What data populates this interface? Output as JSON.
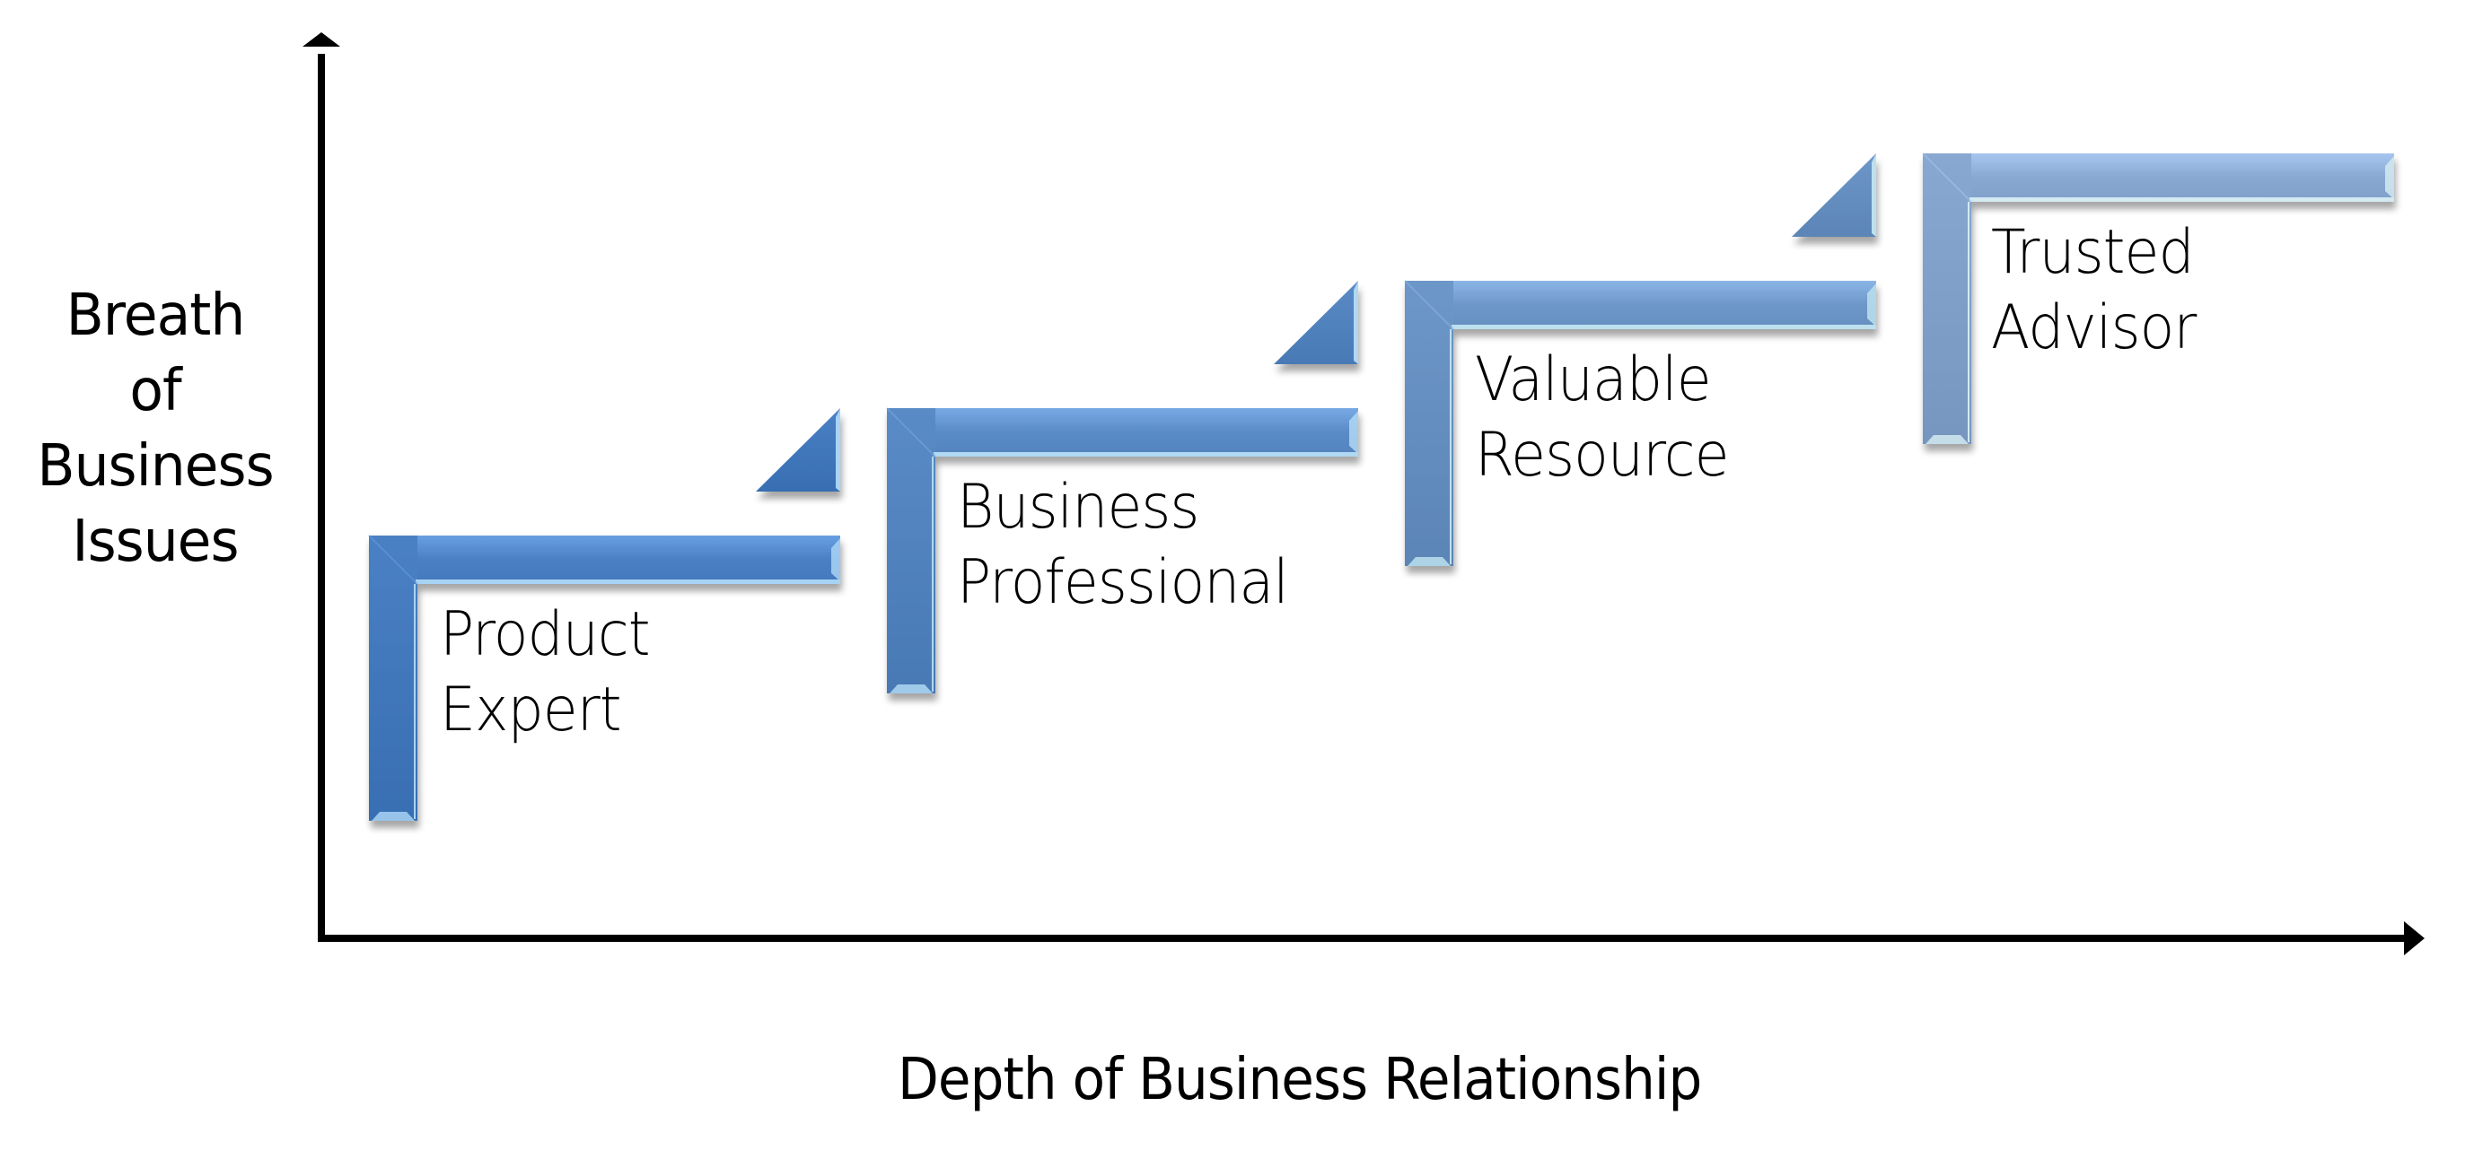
{
  "diagram": {
    "type": "staircase",
    "y_axis_label_lines": [
      "Breath",
      "of",
      "Business",
      "Issues"
    ],
    "x_axis_label": "Depth of Business Relationship",
    "steps": [
      {
        "lines": [
          "Product",
          "Expert"
        ],
        "color": "#4A80C4",
        "highlight": "#A9D3F5"
      },
      {
        "lines": [
          "Business",
          "Professional"
        ],
        "color": "#5A8BC6",
        "highlight": "#B0D8F2"
      },
      {
        "lines": [
          "Valuable",
          "Resource"
        ],
        "color": "#6D97C8",
        "highlight": "#BCE0EE"
      },
      {
        "lines": [
          "Trusted",
          "Advisor"
        ],
        "color": "#88A8D2",
        "highlight": "#D2EAF0"
      }
    ],
    "axis_color": "#000000"
  }
}
